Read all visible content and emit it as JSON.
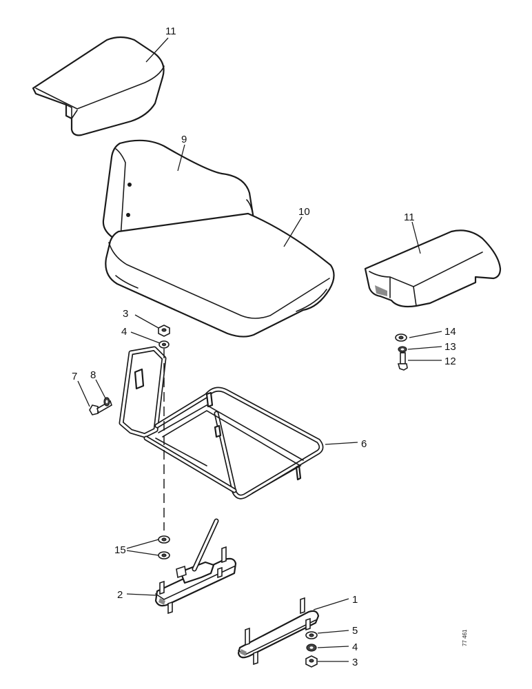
{
  "callouts": {
    "c1": "1",
    "c2": "2",
    "c3a": "3",
    "c3b": "3",
    "c4a": "4",
    "c4b": "4",
    "c5": "5",
    "c6": "6",
    "c7": "7",
    "c8": "8",
    "c9": "9",
    "c10": "10",
    "c11a": "11",
    "c11b": "11",
    "c12": "12",
    "c13": "13",
    "c14": "14",
    "c15": "15"
  },
  "drawing_ref": "77 461"
}
